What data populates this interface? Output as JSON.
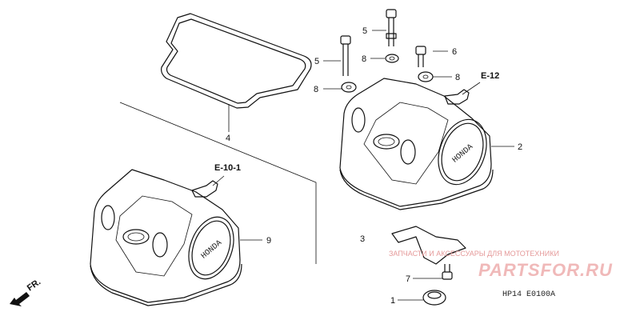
{
  "callouts": [
    "1",
    "2",
    "3",
    "4",
    "5",
    "5",
    "6",
    "7",
    "8",
    "8",
    "8",
    "9"
  ],
  "references": [
    "E-12",
    "E-10-1"
  ],
  "direction_label": "FR.",
  "diagram_code": "HP14  E0100A",
  "watermark": {
    "subtitle": "ЗАПЧАСТИ И АКСЕССУАРЫ ДЛЯ МОТОТЕХНИКИ",
    "main": "PARTSFOR.RU"
  },
  "cover_logo_text": "HONDA"
}
